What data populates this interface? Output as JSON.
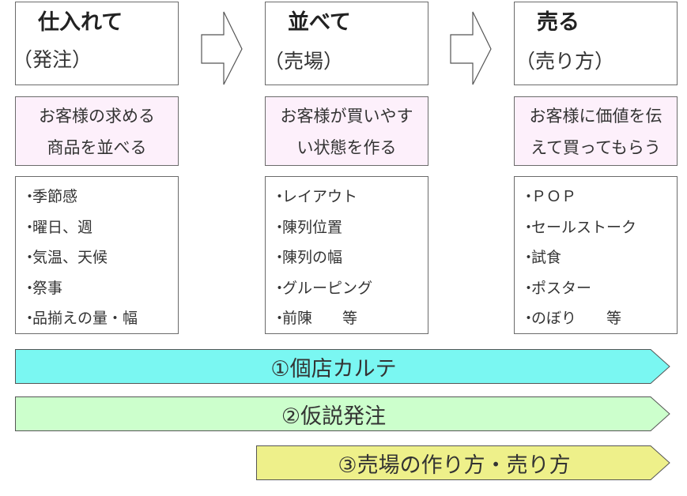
{
  "columns": [
    {
      "title": "仕入れて",
      "subtitle": "（発注）",
      "goal": [
        "お客様の求める",
        "商品を並べる"
      ],
      "items": [
        "季節感",
        "曜日、週",
        "気温、天候",
        "祭事",
        "品揃えの量・幅"
      ]
    },
    {
      "title": "並べて",
      "subtitle": "（売場）",
      "goal": [
        "お客様が買いやす",
        "い状態を作る"
      ],
      "items": [
        "レイアウト",
        "陳列位置",
        "陳列の幅",
        "グルーピング",
        "前陳　　等"
      ]
    },
    {
      "title": "売る",
      "subtitle": "（売り方）",
      "goal": [
        "お客様に価値を伝",
        "えて買ってもらう"
      ],
      "items": [
        "ＰＯＰ",
        "セールストーク",
        "試食",
        "ポスター",
        "のぼり　　等"
      ]
    }
  ],
  "bullet": "・",
  "bars": [
    {
      "label": "①個店カルテ",
      "color": "#7af7f2"
    },
    {
      "label": "②仮説発注",
      "color": "#ccffcc"
    },
    {
      "label": "③売場の作り方・売り方",
      "color": "#eef08a"
    }
  ],
  "colors": {
    "goal_bg": "#fdf0fb",
    "border": "#6b6b6b"
  }
}
